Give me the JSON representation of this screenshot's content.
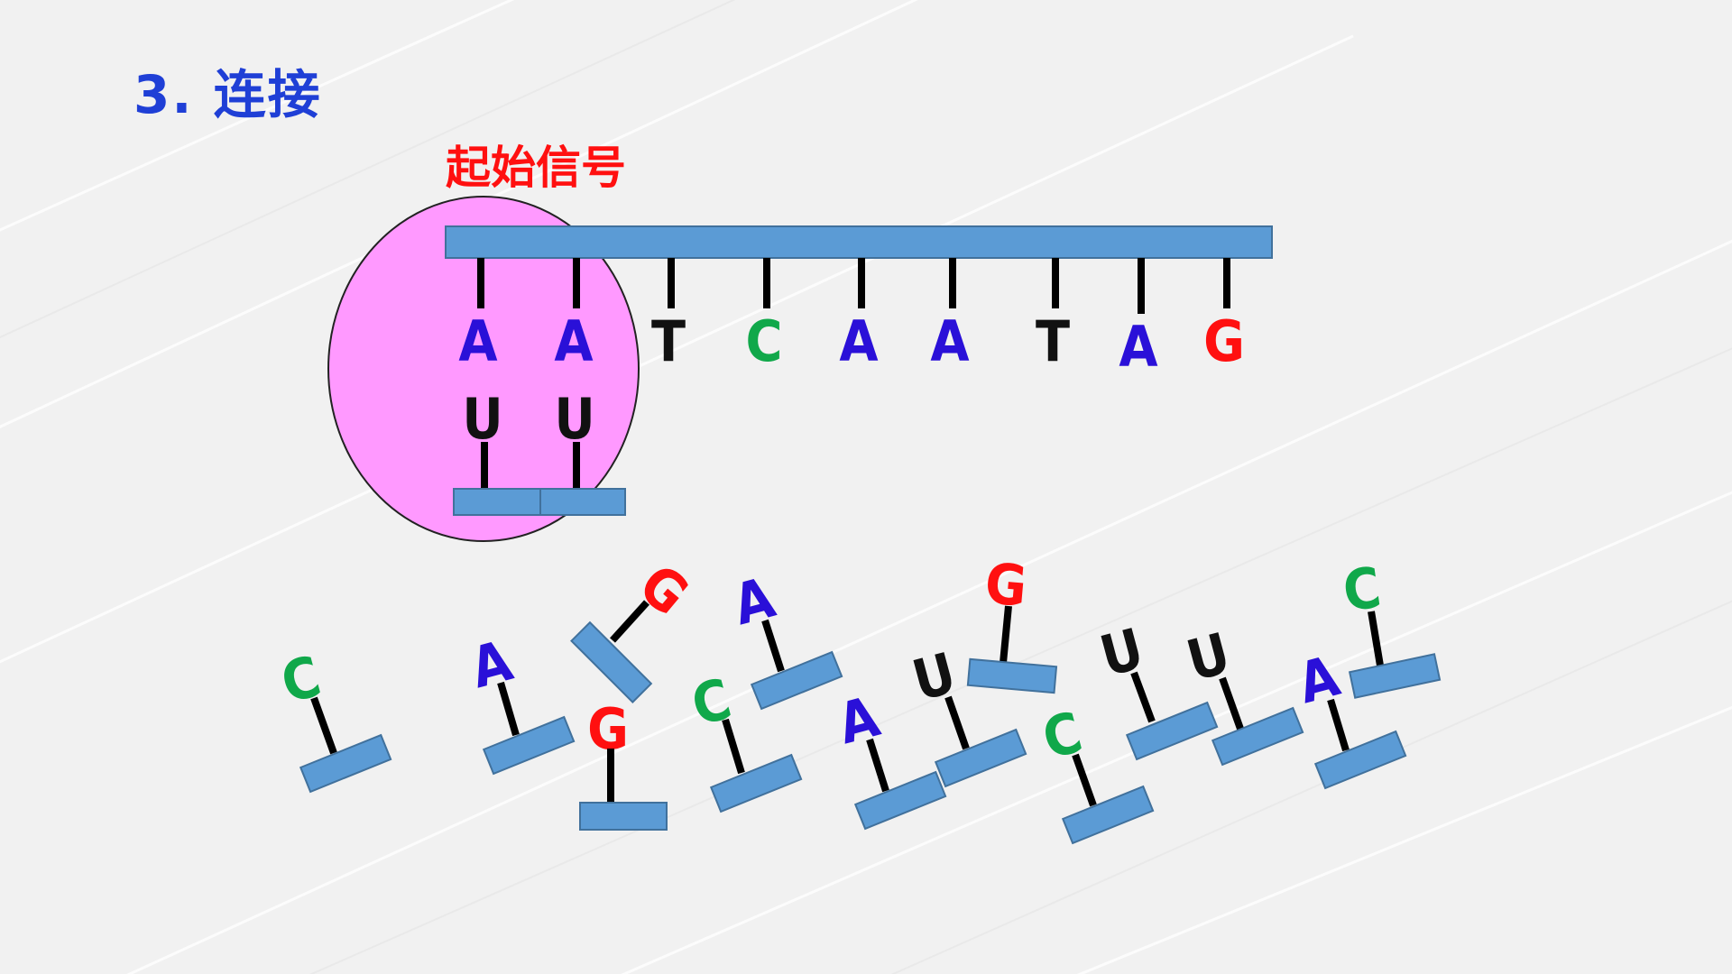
{
  "title": "3. 连接",
  "start_signal_label": "起始信号",
  "colors": {
    "title": "#1f3fd6",
    "label": "#ff1010",
    "ribosome": "#ff99ff",
    "strand": "#5b9bd5",
    "base_A": "#2a10d8",
    "base_T": "#111111",
    "base_U": "#111111",
    "base_C": "#10a84a",
    "base_G": "#ff1010"
  },
  "template_strand": {
    "bases": [
      "A",
      "A",
      "T",
      "C",
      "A",
      "A",
      "T",
      "A",
      "G"
    ]
  },
  "paired_anticodons": [
    "U",
    "U"
  ],
  "free_nucleotides": [
    "C",
    "A",
    "G",
    "G",
    "C",
    "A",
    "A",
    "U",
    "G",
    "C",
    "U",
    "U",
    "A",
    "C"
  ]
}
